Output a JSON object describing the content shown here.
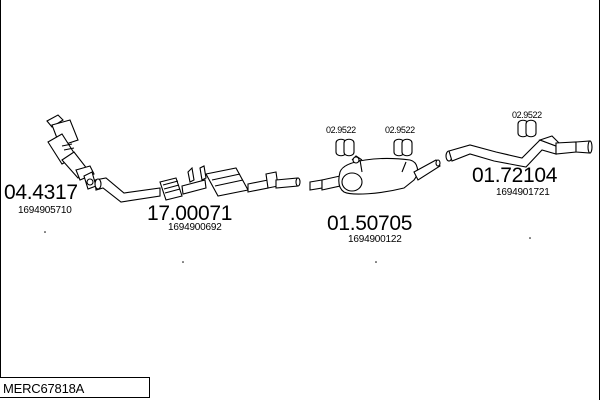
{
  "parts": [
    {
      "id": "catalytic-converter",
      "code": "04.4317",
      "oem": "1694905710"
    },
    {
      "id": "front-pipe",
      "code": "17.00071",
      "oem": "1694900692"
    },
    {
      "id": "middle-silencer",
      "code": "01.50705",
      "oem": "1694900122"
    },
    {
      "id": "rear-silencer",
      "code": "01.72104",
      "oem": "1694901721"
    }
  ],
  "mounts": [
    {
      "code": "02.9522"
    },
    {
      "code": "02.9522"
    },
    {
      "code": "02.9522"
    }
  ],
  "reference": "MERC67818A",
  "colors": {
    "line": "#000000",
    "background": "#ffffff"
  }
}
